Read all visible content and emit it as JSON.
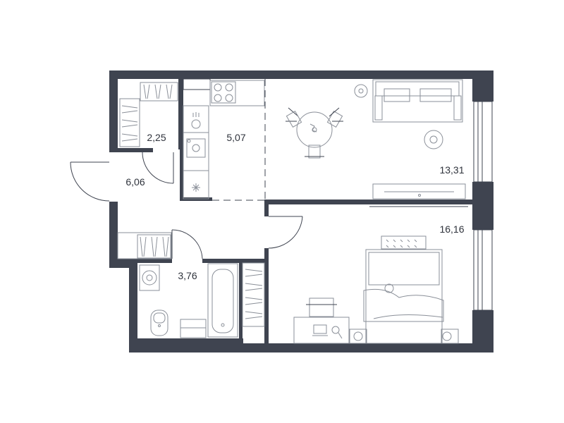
{
  "rooms": [
    {
      "id": "storage",
      "area": "2,25"
    },
    {
      "id": "hallway",
      "area": "6,06"
    },
    {
      "id": "kitchen",
      "area": "5,07"
    },
    {
      "id": "living",
      "area": "13,31"
    },
    {
      "id": "bedroom",
      "area": "16,16"
    },
    {
      "id": "bathroom",
      "area": "3,76"
    }
  ],
  "colors": {
    "wall": "#3f4450",
    "furniture": "#8a8f98",
    "background": "#ffffff"
  }
}
